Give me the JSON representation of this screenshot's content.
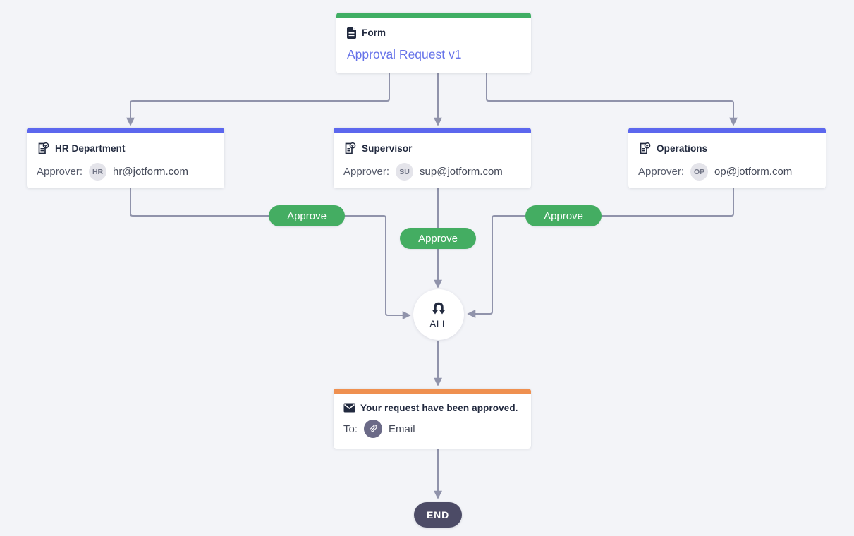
{
  "workflow": {
    "form_node": {
      "type_label": "Form",
      "title": "Approval Request v1"
    },
    "approval_nodes": [
      {
        "title": "HR Department",
        "approver_label": "Approver:",
        "avatar_initials": "HR",
        "email": "hr@jotform.com"
      },
      {
        "title": "Supervisor",
        "approver_label": "Approver:",
        "avatar_initials": "SU",
        "email": "sup@jotform.com"
      },
      {
        "title": "Operations",
        "approver_label": "Approver:",
        "avatar_initials": "OP",
        "email": "op@jotform.com"
      }
    ],
    "branch_labels": [
      "Approve",
      "Approve",
      "Approve"
    ],
    "merge_node": {
      "label": "ALL"
    },
    "email_node": {
      "title": "Your request have been approved.",
      "to_label": "To:",
      "to_value": "Email"
    },
    "end_node": {
      "label": "END"
    }
  },
  "icons": {
    "form_card": "document-icon",
    "approval_card": "approval-check-document-icon",
    "email_card": "envelope-icon",
    "email_to": "link-paperclip-icon",
    "merge": "branch-merge-icon"
  },
  "colors": {
    "background": "#f3f4f8",
    "form_accent": "#3fae64",
    "approval_accent": "#5c67ee",
    "email_accent": "#ef9050",
    "approve_pill": "#44ad62",
    "end_background": "#4c4b66",
    "connector": "#9093ab",
    "form_title_text": "#6673e9"
  }
}
